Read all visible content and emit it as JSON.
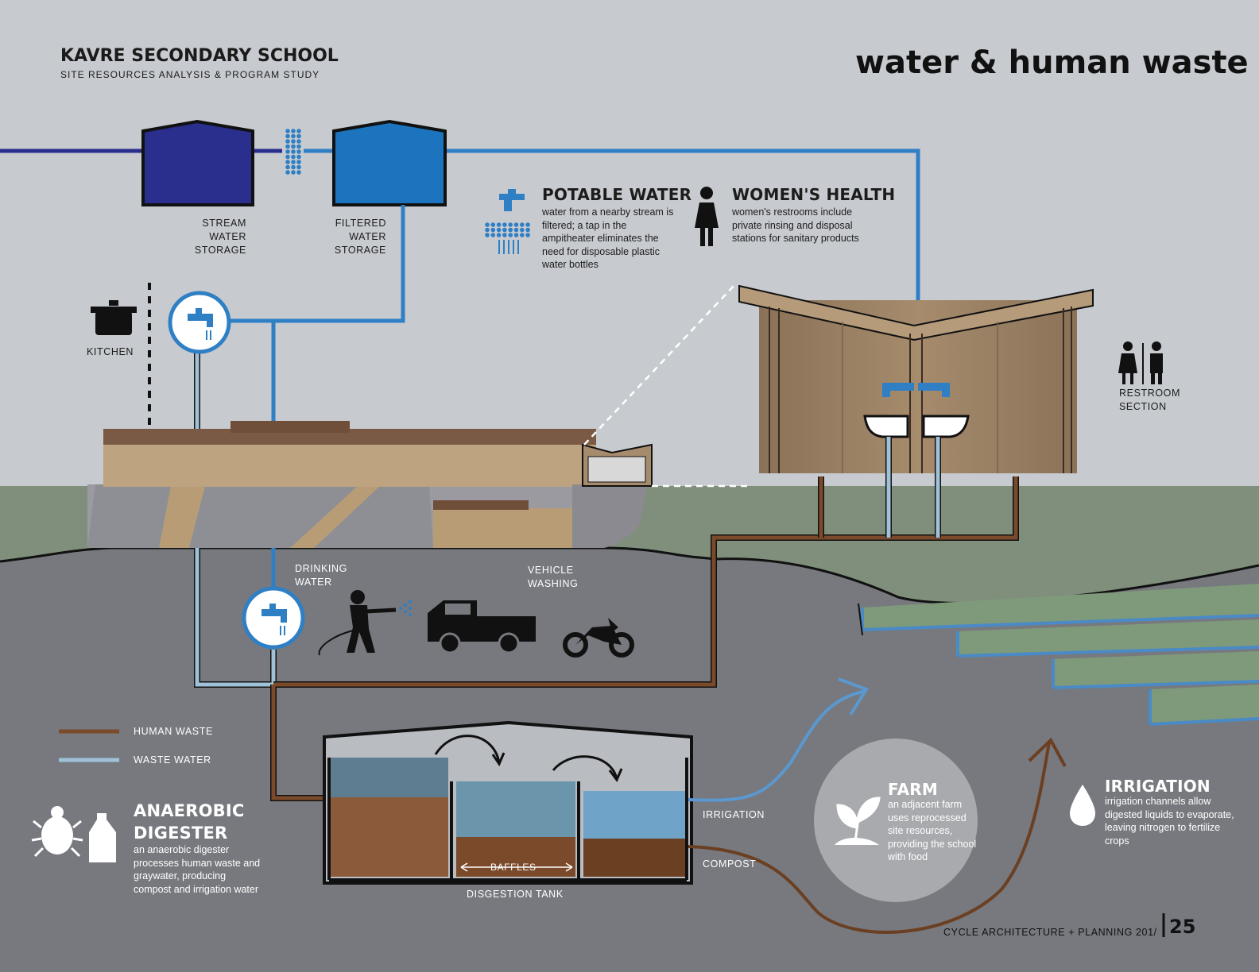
{
  "header": {
    "school": "KAVRE SECONDARY SCHOOL",
    "subtitle": "SITE RESOURCES ANALYSIS & PROGRAM STUDY",
    "title": "water & human waste"
  },
  "storage": {
    "stream": [
      "STREAM",
      "WATER",
      "STORAGE"
    ],
    "filtered": [
      "FILTERED",
      "WATER",
      "STORAGE"
    ]
  },
  "kitchen": "KITCHEN",
  "potable": {
    "title": "POTABLE WATER",
    "text": "water from a nearby stream is filtered; a tap in the ampitheater eliminates the need for disposable plastic water bottles"
  },
  "womens": {
    "title": "WOMEN'S HEALTH",
    "text": "women's restrooms include private rinsing and disposal stations for sanitary products"
  },
  "restroom": [
    "RESTROOM",
    "SECTION"
  ],
  "drinking": [
    "DRINKING",
    "WATER"
  ],
  "vehicle": [
    "VEHICLE",
    "WASHING"
  ],
  "legend": {
    "human_waste": "HUMAN WASTE",
    "waste_water": "WASTE WATER",
    "human_waste_color": "#7a4a2a",
    "waste_water_color": "#9fc2d8"
  },
  "digester": {
    "title_line1": "ANAEROBIC",
    "title_line2": "DIGESTER",
    "text": "an anaerobic digester processes human waste and graywater, producing compost and irrigation water",
    "tank": "DISGESTION TANK",
    "baffles": "BAFFLES",
    "irrigation": "IRRIGATION",
    "compost": "COMPOST"
  },
  "farm": {
    "title": "FARM",
    "text": "an adjacent farm uses reprocessed site resources, providing the school with food"
  },
  "irrigation": {
    "title": "IRRIGATION",
    "text": "irrigation channels allow digested liquids to evaporate, leaving nitrogen to fertilize crops"
  },
  "footer": {
    "text": "CYCLE ARCHITECTURE + PLANNING 201",
    "page": "25"
  },
  "colors": {
    "sky": "#c7cacf",
    "ground": "#7f8f7c",
    "earth": "#77797e",
    "stream_blue": "#2a2e8c",
    "filtered_blue": "#1b74bd",
    "pipe_blue": "#2f7fc5",
    "waste": "#7a4a2a",
    "wastewater": "#9fc2d8"
  }
}
